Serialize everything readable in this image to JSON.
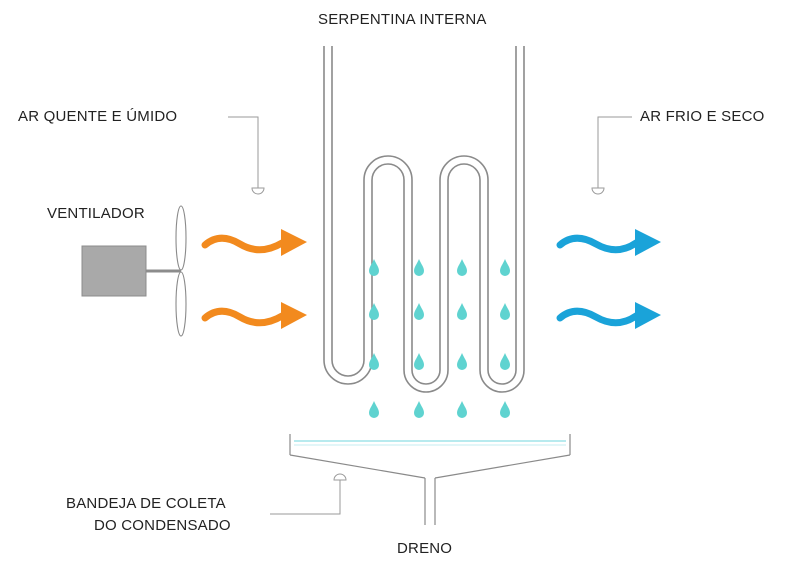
{
  "labels": {
    "coil": "SERPENTINA INTERNA",
    "hot_air": "AR QUENTE E ÚMIDO",
    "cold_air": "AR FRIO E SECO",
    "fan": "VENTILADOR",
    "tray_line1": "BANDEJA DE COLETA",
    "tray_line2": "DO CONDENSADO",
    "drain": "DRENO"
  },
  "colors": {
    "hot_air_arrow": "#f28a1e",
    "cold_air_arrow": "#1aa3d9",
    "droplet": "#5fd3d0",
    "water_line": "#9fe3e8",
    "motor": "#a9a9a9",
    "outline": "#8a8a8a"
  }
}
